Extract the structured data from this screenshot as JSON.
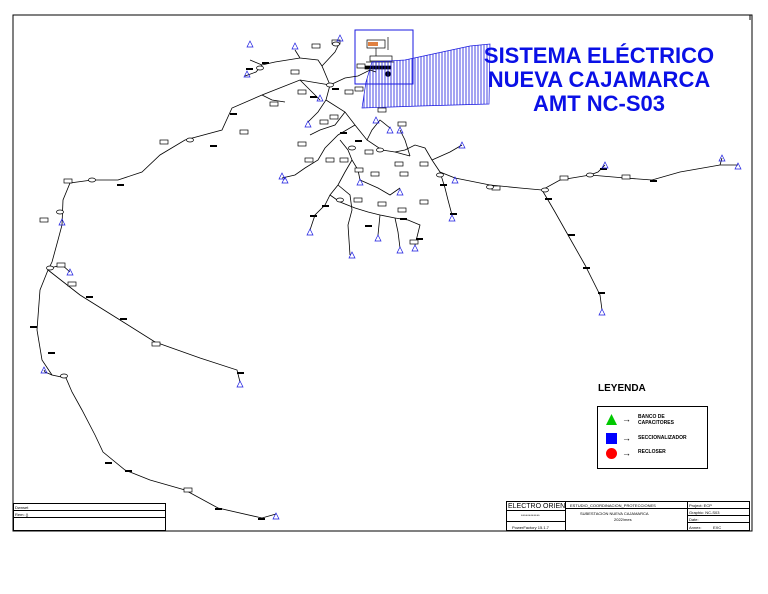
{
  "title": {
    "line1": "SISTEMA ELÉCTRICO",
    "line2": "NUEVA CAJAMARCA",
    "line3": "AMT NC-S03"
  },
  "legend": {
    "heading": "LEYENDA",
    "items": [
      {
        "label_line1": "BANCO DE",
        "label_line2": "CAPACITORES",
        "symbol": "green-triangle",
        "color": "#00c800"
      },
      {
        "label_line1": "SECCIONALIZADOR",
        "label_line2": "",
        "symbol": "blue-square",
        "color": "#0000ff"
      },
      {
        "label_line1": "RECLOSER",
        "label_line2": "",
        "symbol": "red-circle",
        "color": "#ff0000"
      }
    ],
    "arrow": "→"
  },
  "title_block": {
    "company": "ELECTRO ORIENTE",
    "study": "ESTUDIO_COORDINACION_PROTECCIONES",
    "substation": "SUBESTACION NUEVA CAJAMARCA",
    "date": "2022/mes",
    "stars": "************",
    "software": "PowerFactory 15.1.7",
    "project": "Project: ECP",
    "graphic": "Graphic: NC-S03",
    "date_label": "Date:",
    "annex": "Annex:",
    "annex_value": "EXC",
    "left_row1": "Dwnset",
    "left_row2": "Rem: ()"
  },
  "colors": {
    "title": "#0a10e6",
    "hatch": "#1a1ae0",
    "lines": "#000000"
  }
}
